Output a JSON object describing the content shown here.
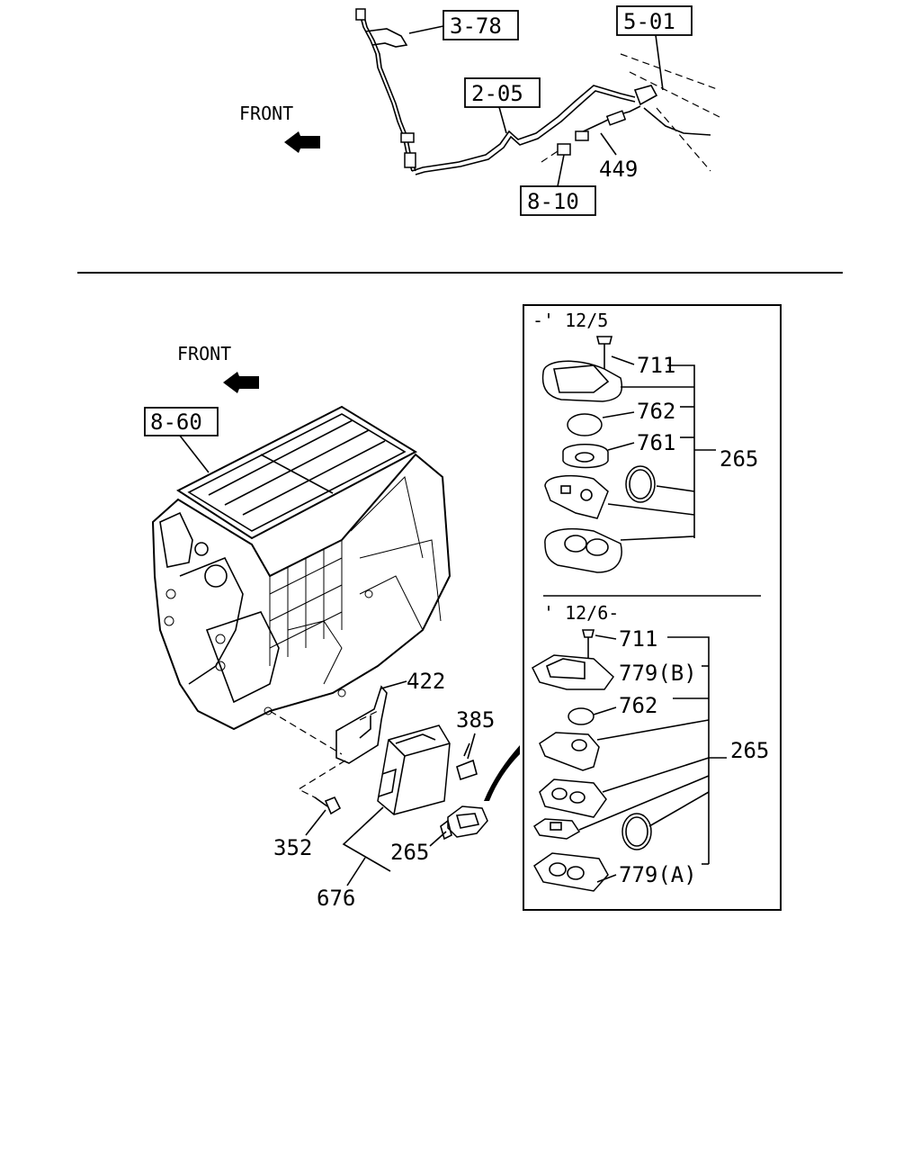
{
  "top": {
    "front_label": "FRONT",
    "refs": {
      "r378": "3-78",
      "r501": "5-01",
      "r205": "2-05",
      "r810": "8-10"
    },
    "part_449": "449"
  },
  "bottom": {
    "front_label": "FRONT",
    "ref_860": "8-60",
    "parts": {
      "p422": "422",
      "p385": "385",
      "p352": "352",
      "p265": "265",
      "p676": "676"
    }
  },
  "inset": {
    "early": {
      "title": "-' 12/5",
      "p711": "711",
      "p762": "762",
      "p761": "761",
      "p265": "265"
    },
    "late": {
      "title": "' 12/6-",
      "p711": "711",
      "p779b": "779(B)",
      "p762": "762",
      "p265": "265",
      "p779a": "779(A)"
    }
  }
}
